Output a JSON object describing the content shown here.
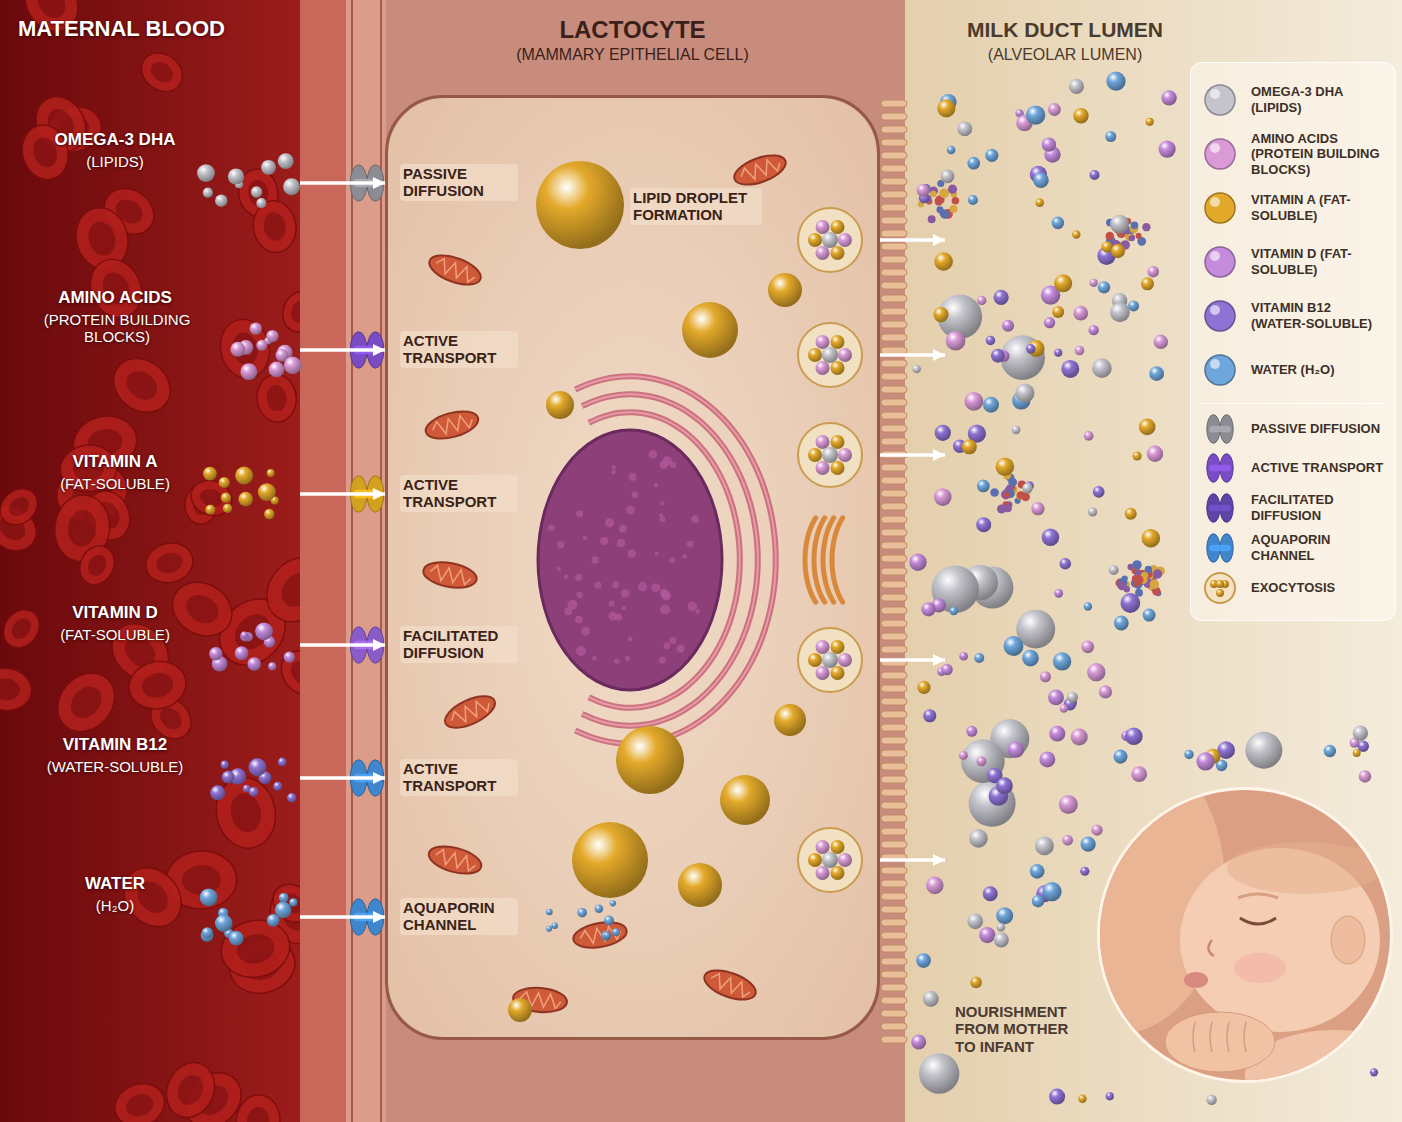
{
  "diagram": {
    "nodes": [
      {
        "text": [
          "MATERNAL BLOOD"
        ]
      },
      {
        "text": [
          "LACTOCYTE",
          "(MAMMARY EPITHELIAL CELL)"
        ]
      },
      {
        "text": [
          "MILK DUCT LUMEN",
          "(ALVEOLAR LUMEN)"
        ]
      },
      {
        "text": [
          "NOURISHMENT FROM MOTHER TO INFANT"
        ],
        "in": 2
      }
    ],
    "edges": [
      {
        "from": 0,
        "to": 1,
        "arrow": "to"
      },
      {
        "from": 0,
        "to": 1,
        "arrow": "to"
      },
      {
        "from": 0,
        "to": 1,
        "arrow": "to"
      },
      {
        "from": 0,
        "to": 1,
        "arrow": "to"
      },
      {
        "from": 0,
        "to": 1,
        "arrow": "to"
      },
      {
        "from": 0,
        "to": 1,
        "arrow": "to"
      },
      {
        "from": 1,
        "to": 2,
        "arrow": "to"
      },
      {
        "from": 1,
        "to": 2,
        "arrow": "to"
      },
      {
        "from": 1,
        "to": 2,
        "arrow": "to"
      },
      {
        "from": 1,
        "to": 2,
        "arrow": "to"
      },
      {
        "from": 1,
        "to": 2,
        "arrow": "to"
      }
    ],
    "labels": [
      "OMEGA-3 DHA",
      "(LIPIDS)",
      "AMINO ACIDS",
      "(PROTEIN BUILDING BLOCKS)",
      "VITAMIN A",
      "(FAT-SOLUBLE)",
      "VITAMIN D",
      "(FAT-SOLUBLE)",
      "VITAMIN B12",
      "(WATER-SOLUBLE)",
      "WATER",
      "(H₂O)",
      "PASSIVE DIFFUSION",
      "ACTIVE TRANSPORT",
      "ACTIVE TRANSPORT",
      "FACILITATED DIFFUSION",
      "ACTIVE TRANSPORT",
      "AQUAPORIN CHANNEL",
      "LIPID DROPLET FORMATION"
    ],
    "legend": [
      {
        "text": "OMEGA-3 DHA (LIPIDS)",
        "color": "#c4c4cc"
      },
      {
        "text": "AMINO ACIDS (PROTEIN BUILDING BLOCKS)",
        "color": "#d99ad6"
      },
      {
        "text": "VITAMIN A (FAT-SOLUBLE)",
        "color": "#e3a92a"
      },
      {
        "text": "VITAMIN D (FAT-SOLUBLE)",
        "color": "#c58bdc"
      },
      {
        "text": "VITAMIN B12 (WATER-SOLUBLE)",
        "color": "#8f73d4"
      },
      {
        "text": "WATER (H₂O)",
        "color": "#6fa6dc"
      },
      {
        "text": "PASSIVE DIFFUSION"
      },
      {
        "text": "ACTIVE TRANSPORT"
      },
      {
        "text": "FACILITATED DIFFUSION"
      },
      {
        "text": "AQUAPORIN CHANNEL"
      },
      {
        "text": "EXOCYTOSIS"
      }
    ]
  }
}
